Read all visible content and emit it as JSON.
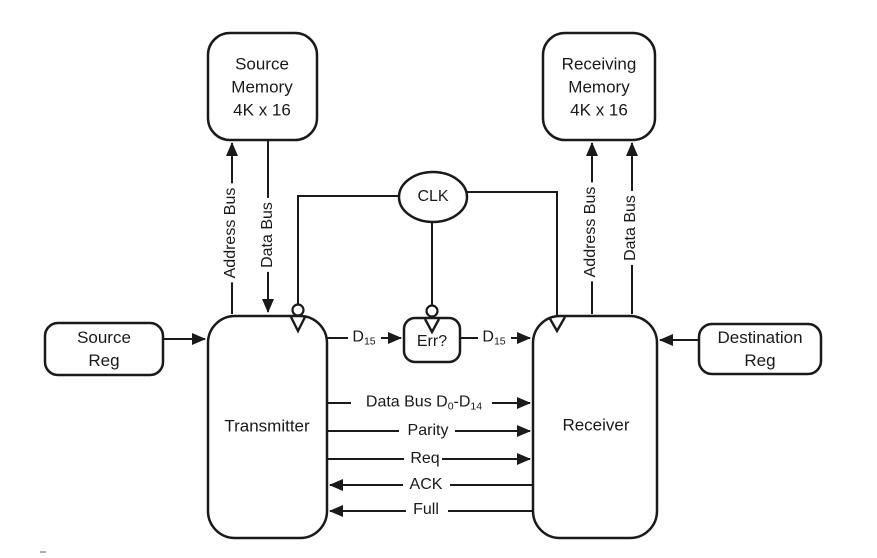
{
  "colors": {
    "line": "#1a1a1a",
    "background": "#ffffff"
  },
  "blocks": {
    "source_memory": {
      "lines": [
        "Source",
        "Memory",
        "4K x 16"
      ]
    },
    "receiving_memory": {
      "lines": [
        "Receiving",
        "Memory",
        "4K x 16"
      ]
    },
    "transmitter": {
      "label": "Transmitter"
    },
    "receiver": {
      "label": "Receiver"
    },
    "err": {
      "label": "Err?"
    },
    "source_reg": {
      "lines": [
        "Source",
        "Reg"
      ]
    },
    "destination_reg": {
      "lines": [
        "Destination",
        "Reg"
      ]
    },
    "clk": {
      "label": "CLK"
    }
  },
  "buses": {
    "tx_address": "Address Bus",
    "tx_data": "Data Bus",
    "rx_address": "Address Bus",
    "rx_data": "Data Bus"
  },
  "signals": {
    "d15_left": {
      "main": "D",
      "sub": "15"
    },
    "d15_right": {
      "main": "D",
      "sub": "15"
    },
    "data_range": {
      "p1": "Data Bus D",
      "s1": "0",
      "p2": "-D",
      "s2": "14"
    },
    "parity": "Parity",
    "req": "Req",
    "ack": "ACK",
    "full": "Full"
  }
}
